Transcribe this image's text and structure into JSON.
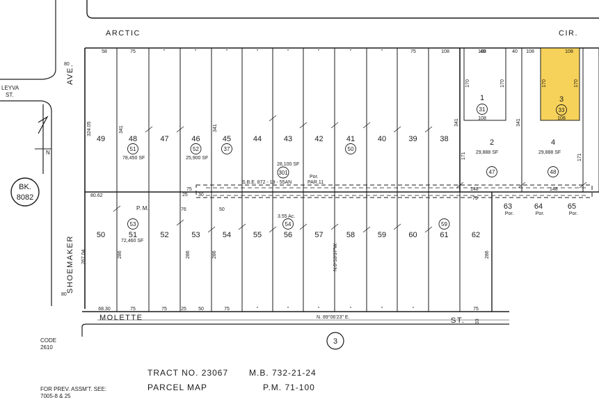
{
  "streets": {
    "arctic": "ARCTIC",
    "cir": "CIR.",
    "molette": "MOLETTE",
    "st": "ST.",
    "leyva": "LEYVA",
    "leyva_st": "ST.",
    "ave": "AVE.",
    "shoemaker": "SHOEMAKER"
  },
  "book": {
    "label": "BK.",
    "number": "8082"
  },
  "page_circle": "3",
  "code": {
    "label": "CODE",
    "value": "2610"
  },
  "tract": {
    "tract_line": "TRACT NO. 23067",
    "mb_line": "M.B. 732-21-24",
    "parcel_line": "PARCEL MAP",
    "pm_line": "P.M. 71-100"
  },
  "prev": {
    "line1": "FOR PREV. ASSM'T. SEE:",
    "line2": "7005-8 & 25"
  },
  "top_dims": [
    "58",
    "75",
    "\"",
    "\"",
    "\"",
    "\"",
    "\"",
    "\"",
    "\"",
    "\"",
    "75",
    "108",
    "40",
    "40",
    "108"
  ],
  "bottom_dims": [
    "68.30",
    "75",
    "75",
    "25",
    "50",
    "75",
    "\"",
    "\"",
    "\"",
    "\"",
    "\"",
    "\"",
    "75"
  ],
  "north_lots": [
    {
      "num": "49",
      "circle": ""
    },
    {
      "num": "48",
      "circle": "51"
    },
    {
      "num": "47",
      "circle": ""
    },
    {
      "num": "46",
      "circle": "52"
    },
    {
      "num": "45",
      "circle": "37"
    },
    {
      "num": "44",
      "circle": ""
    },
    {
      "num": "43",
      "circle": ""
    },
    {
      "num": "42",
      "circle": ""
    },
    {
      "num": "41",
      "circle": "50"
    },
    {
      "num": "40",
      "circle": ""
    },
    {
      "num": "39",
      "circle": ""
    },
    {
      "num": "38",
      "circle": ""
    }
  ],
  "south_lots": [
    {
      "num": "50",
      "circle": ""
    },
    {
      "num": "51",
      "circle": "53"
    },
    {
      "num": "52",
      "circle": ""
    },
    {
      "num": "53",
      "circle": ""
    },
    {
      "num": "54",
      "circle": ""
    },
    {
      "num": "55",
      "circle": ""
    },
    {
      "num": "56",
      "circle": "54"
    },
    {
      "num": "57",
      "circle": ""
    },
    {
      "num": "58",
      "circle": ""
    },
    {
      "num": "59",
      "circle": ""
    },
    {
      "num": "60",
      "circle": ""
    },
    {
      "num": "61",
      "circle": "59"
    },
    {
      "num": "62",
      "circle": ""
    }
  ],
  "parcels": {
    "p1": {
      "num": "1",
      "circle": "31",
      "w": "108",
      "d1": "170",
      "d2": "170"
    },
    "p2": {
      "num": "2",
      "circle": "47",
      "area": "29,888 SF"
    },
    "p3": {
      "num": "3",
      "circle": "33",
      "w": "108",
      "d1": "170",
      "d2": "170",
      "highlight": "#f7d25a"
    },
    "p4": {
      "num": "4",
      "circle": "48",
      "area": "29,888 SF"
    }
  },
  "por_lots": [
    {
      "num": "63",
      "label": "Por."
    },
    {
      "num": "64",
      "label": "Por."
    },
    {
      "num": "65",
      "label": "Por."
    }
  ],
  "annotations": {
    "area48": "78,450 SF",
    "area46": "25,900 SF",
    "area301": "28,100 SF",
    "circle301": "301",
    "area51": "72,460 SF",
    "area56": "3.55 Ac.",
    "sbe": "S.B.E. 872 - 19 - 55AN",
    "por_par": "Por.",
    "par11": "PAR.11",
    "pm": "P.    M.",
    "bearing_v": "N.0°53'37\"W.",
    "bearing_h": "N. 89°06'23\" E.",
    "dim_50": "50",
    "dim_76": "76",
    "dim_75": "75",
    "dim_25": "25",
    "dim_80": "80",
    "dim_8062": "80.62",
    "dim_324": "324.05",
    "dim_267": "267.04",
    "dim_341": "341",
    "dim_286": "286",
    "dim_171": "171",
    "dim_148": "148",
    "dim_33": "33",
    "dim_30": "30"
  }
}
